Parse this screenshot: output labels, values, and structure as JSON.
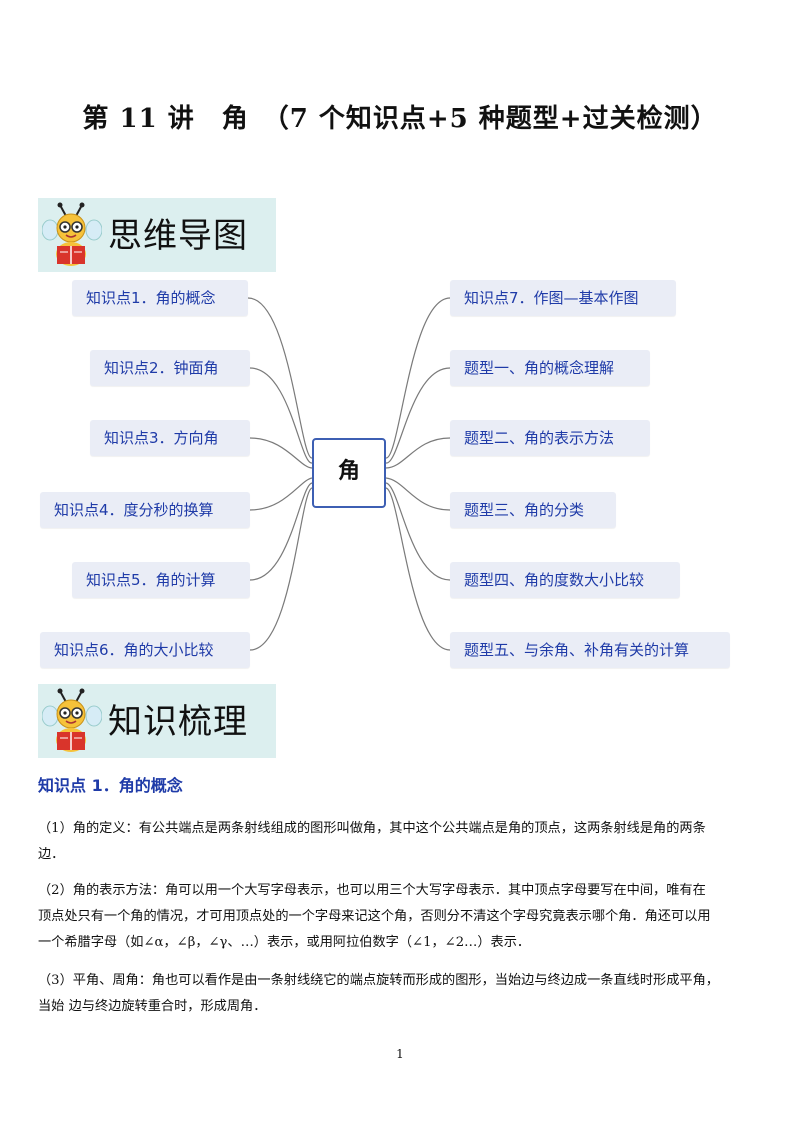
{
  "title": "第 11 讲　角　（7 个知识点+5 种题型+过关检测）",
  "banner_mindmap": "思维导图",
  "banner_knowledge": "知识梳理",
  "mindmap": {
    "center": "角",
    "left_nodes": [
      "知识点1．角的概念",
      "知识点2．钟面角",
      "知识点3．方向角",
      "知识点4．度分秒的换算",
      "知识点5．角的计算",
      "知识点6．角的大小比较"
    ],
    "right_nodes": [
      "知识点7．作图—基本作图",
      "题型一、角的概念理解",
      "题型二、角的表示方法",
      "题型三、角的分类",
      "题型四、角的度数大小比较",
      "题型五、与余角、补角有关的计算"
    ]
  },
  "section1": {
    "heading": "知识点 1．角的概念",
    "p1_line1": "（1）角的定义：有公共端点是两条射线组成的图形叫做角，其中这个公共端点是角的顶点，这两条射线是角的两条",
    "p1_line2": "边．",
    "p2_line1": "（2）角的表示方法：角可以用一个大写字母表示，也可以用三个大写字母表示．其中顶点字母要写在中间，唯有在",
    "p2_line2": "顶点处只有一个角的情况，才可用顶点处的一个字母来记这个角，否则分不清这个字母究竟表示哪个角．角还可以用",
    "p2_line3": "一个希腊字母（如∠α，∠β，∠γ、…）表示，或用阿拉伯数字（∠1，∠2…）表示．",
    "p3_line1": "（3）平角、周角：角也可以看作是由一条射线绕它的端点旋转而形成的图形，当始边与终边成一条直线时形成平角，",
    "p3_line2": "当始  边与终边旋转重合时，形成周角．"
  },
  "page_number": "1",
  "colors": {
    "accent_blue": "#1f3ba8",
    "node_bg": "#eaedf6",
    "banner_bg": "#dcefef",
    "center_border": "#3d5fb3"
  },
  "icons": [
    "bee-reading-icon"
  ]
}
